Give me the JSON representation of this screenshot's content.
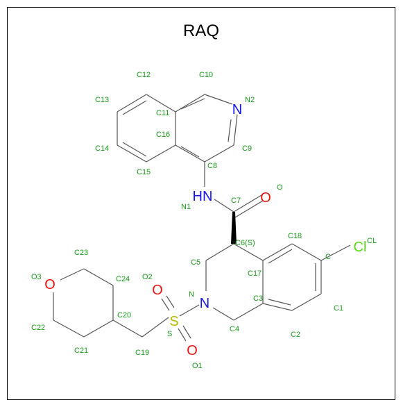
{
  "title": "RAQ",
  "colors": {
    "bond": "#555555",
    "nitrogen": "#1515ee",
    "oxygen": "#ee1111",
    "sulfur": "#c8c800",
    "chlorine": "#55dd11",
    "label": "#1a9a1a"
  },
  "atoms": [
    {
      "symbol": "N",
      "color": "#1515ee"
    },
    {
      "symbol": "HN",
      "color": "#1515ee"
    },
    {
      "symbol": "O",
      "color": "#ee1111"
    },
    {
      "symbol": "Cl",
      "color": "#55dd11"
    },
    {
      "symbol": "N",
      "color": "#1515ee"
    },
    {
      "symbol": "S",
      "color": "#c8c800"
    },
    {
      "symbol": "O",
      "color": "#ee1111"
    },
    {
      "symbol": "O",
      "color": "#ee1111"
    },
    {
      "symbol": "O",
      "color": "#ee1111"
    }
  ],
  "atom_labels": [
    "C12",
    "C10",
    "C13",
    "N2",
    "C11",
    "C16",
    "C14",
    "C9",
    "C8",
    "C15",
    "O",
    "C7",
    "N1",
    "CL",
    "C6(S)",
    "C18",
    "C23",
    "C5",
    "C",
    "O3",
    "C24",
    "O2",
    "C17",
    "N",
    "C3",
    "C1",
    "C20",
    "C22",
    "S",
    "C4",
    "C2",
    "C21",
    "C19",
    "O1"
  ]
}
